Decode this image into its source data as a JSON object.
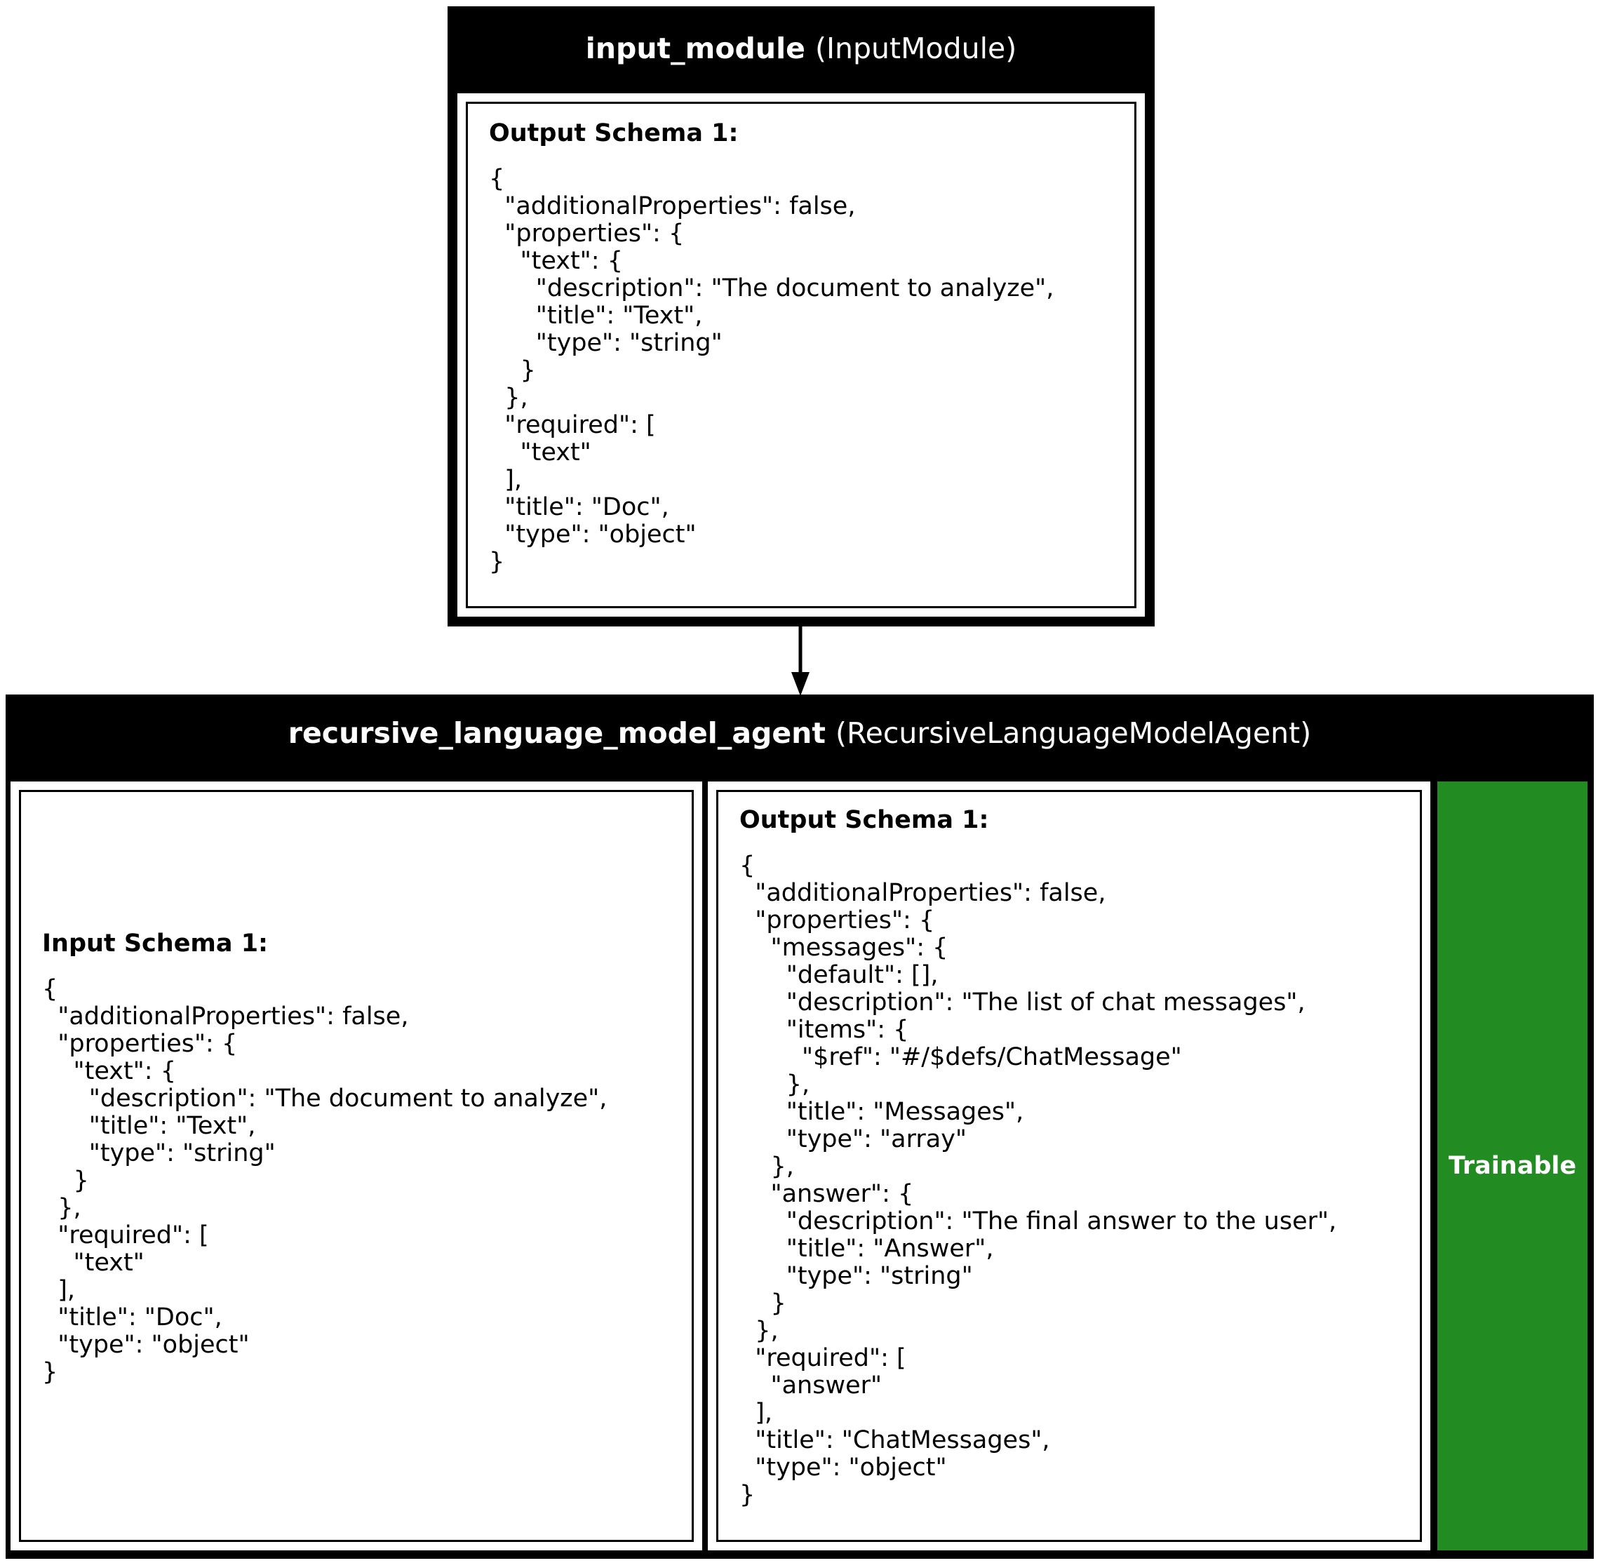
{
  "input_module": {
    "name": "input_module",
    "class_name": "(InputModule)",
    "output_schema_title": "Output Schema 1:",
    "output_schema": "{\n  \"additionalProperties\": false,\n  \"properties\": {\n    \"text\": {\n      \"description\": \"The document to analyze\",\n      \"title\": \"Text\",\n      \"type\": \"string\"\n    }\n  },\n  \"required\": [\n    \"text\"\n  ],\n  \"title\": \"Doc\",\n  \"type\": \"object\"\n}"
  },
  "agent": {
    "name": "recursive_language_model_agent",
    "class_name": "(RecursiveLanguageModelAgent)",
    "input_schema_title": "Input Schema 1:",
    "input_schema": "{\n  \"additionalProperties\": false,\n  \"properties\": {\n    \"text\": {\n      \"description\": \"The document to analyze\",\n      \"title\": \"Text\",\n      \"type\": \"string\"\n    }\n  },\n  \"required\": [\n    \"text\"\n  ],\n  \"title\": \"Doc\",\n  \"type\": \"object\"\n}",
    "output_schema_title": "Output Schema 1:",
    "output_schema": "{\n  \"additionalProperties\": false,\n  \"properties\": {\n    \"messages\": {\n      \"default\": [],\n      \"description\": \"The list of chat messages\",\n      \"items\": {\n        \"$ref\": \"#/$defs/ChatMessage\"\n      },\n      \"title\": \"Messages\",\n      \"type\": \"array\"\n    },\n    \"answer\": {\n      \"description\": \"The final answer to the user\",\n      \"title\": \"Answer\",\n      \"type\": \"string\"\n    }\n  },\n  \"required\": [\n    \"answer\"\n  ],\n  \"title\": \"ChatMessages\",\n  \"type\": \"object\"\n}",
    "trainable_label": "Trainable"
  },
  "colors": {
    "header_bg": "#000000",
    "trainable_bg": "#228b22",
    "text_on_dark": "#ffffff"
  }
}
